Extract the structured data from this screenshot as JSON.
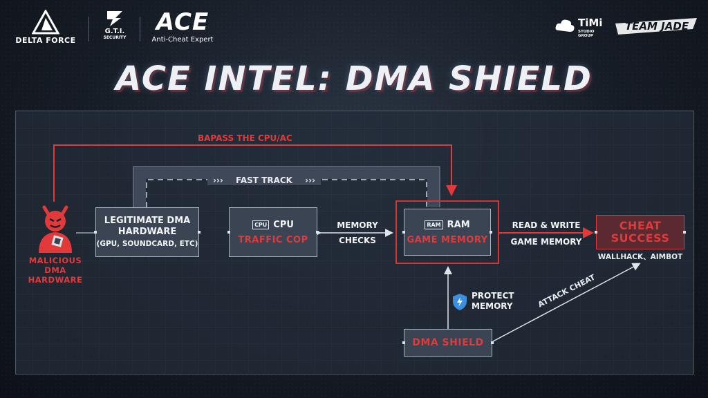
{
  "header": {
    "brand1": "DELTA FORCE",
    "brand2_top": "G.T.I.",
    "brand2_bottom": "SECURITY",
    "brand3_logo": "ACE",
    "brand3_sub": "Anti-Cheat Expert",
    "brand4": "TiMi",
    "brand4_sub": "STUDIO GROUP",
    "brand5": "TEAM JADE"
  },
  "title": "ACE INTEL: DMA SHIELD",
  "diagram": {
    "bypass_label": "BAPASS THE CPU/AC",
    "fast_track_label": "FAST TRACK",
    "fast_track_chevrons": "›››",
    "malicious": {
      "line1": "MALICIOUS DMA",
      "line2": "HARDWARE"
    },
    "legit": {
      "line1": "LEGITIMATE DMA",
      "line2": "HARDWARE",
      "line3": "(GPU, SOUNDCARD, ETC)"
    },
    "cpu": {
      "chip": "CPU",
      "label": "CPU",
      "sub": "TRAFFIC COP"
    },
    "memory_checks": {
      "line1": "MEMORY",
      "line2": "CHECKS"
    },
    "ram": {
      "chip": "RAM",
      "label": "RAM",
      "sub": "GAME MEMORY"
    },
    "read_write": {
      "line1": "READ & WRITE",
      "line2": "GAME MEMORY"
    },
    "cheat": {
      "line1": "CHEAT",
      "line2": "SUCCESS",
      "sub": "WALLHACK、AIMBOT"
    },
    "protect": {
      "line1": "PROTECT",
      "line2": "MEMORY"
    },
    "attack_label": "ATTACK CHEAT",
    "dma_shield": "DMA SHIELD"
  },
  "colors": {
    "accent_red": "#e23a3a",
    "box_fill": "#3a4453",
    "line_gray": "#9aa4b2"
  }
}
